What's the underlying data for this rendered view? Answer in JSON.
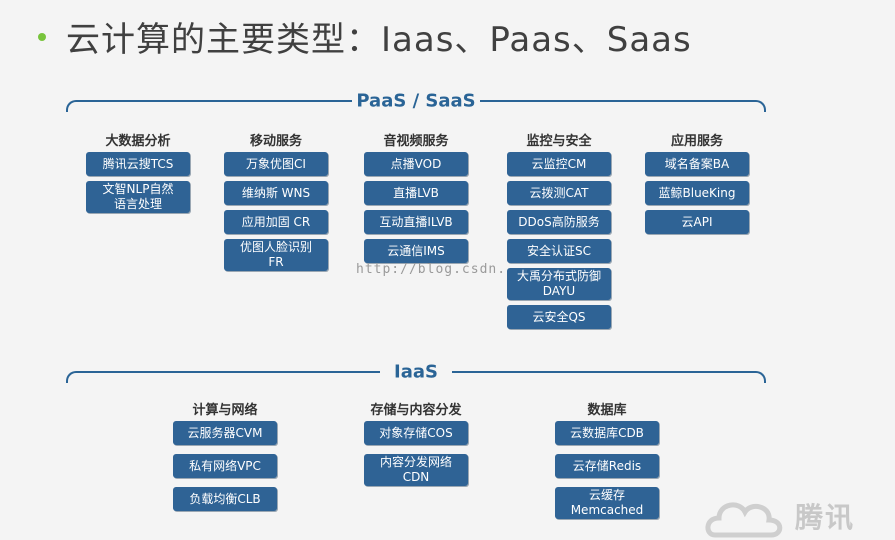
{
  "title": "云计算的主要类型：Iaas、Paas、Saas",
  "paas": {
    "label": "PaaS / SaaS",
    "columns": [
      {
        "title": "大数据分析",
        "items": [
          "腾讯云搜TCS",
          "文智NLP自然\n语言处理"
        ]
      },
      {
        "title": "移动服务",
        "items": [
          "万象优图CI",
          "维纳斯 WNS",
          "应用加固 CR",
          "优图人脸识别\nFR"
        ]
      },
      {
        "title": "音视频服务",
        "items": [
          "点播VOD",
          "直播LVB",
          "互动直播ILVB",
          "云通信IMS"
        ]
      },
      {
        "title": "监控与安全",
        "items": [
          "云监控CM",
          "云拨测CAT",
          "DDoS高防服务",
          "安全认证SC",
          "大禹分布式防御\nDAYU",
          "云安全QS"
        ]
      },
      {
        "title": "应用服务",
        "items": [
          "域名备案BA",
          "蓝鲸BlueKing",
          "云API"
        ]
      }
    ]
  },
  "iaas": {
    "label": "IaaS",
    "columns": [
      {
        "title": "计算与网络",
        "items": [
          "云服务器CVM",
          "私有网络VPC",
          "负载均衡CLB"
        ]
      },
      {
        "title": "存储与内容分发",
        "items": [
          "对象存储COS",
          "内容分发网络\nCDN"
        ]
      },
      {
        "title": "数据库",
        "items": [
          "云数据库CDB",
          "云存储Redis",
          "云缓存\nMemcached"
        ]
      }
    ]
  },
  "watermark": "http://blog.csdn.",
  "logo_text": "腾讯",
  "colors": {
    "box": "#2f6395",
    "line": "#2a6496",
    "bullet": "#78c43c"
  }
}
